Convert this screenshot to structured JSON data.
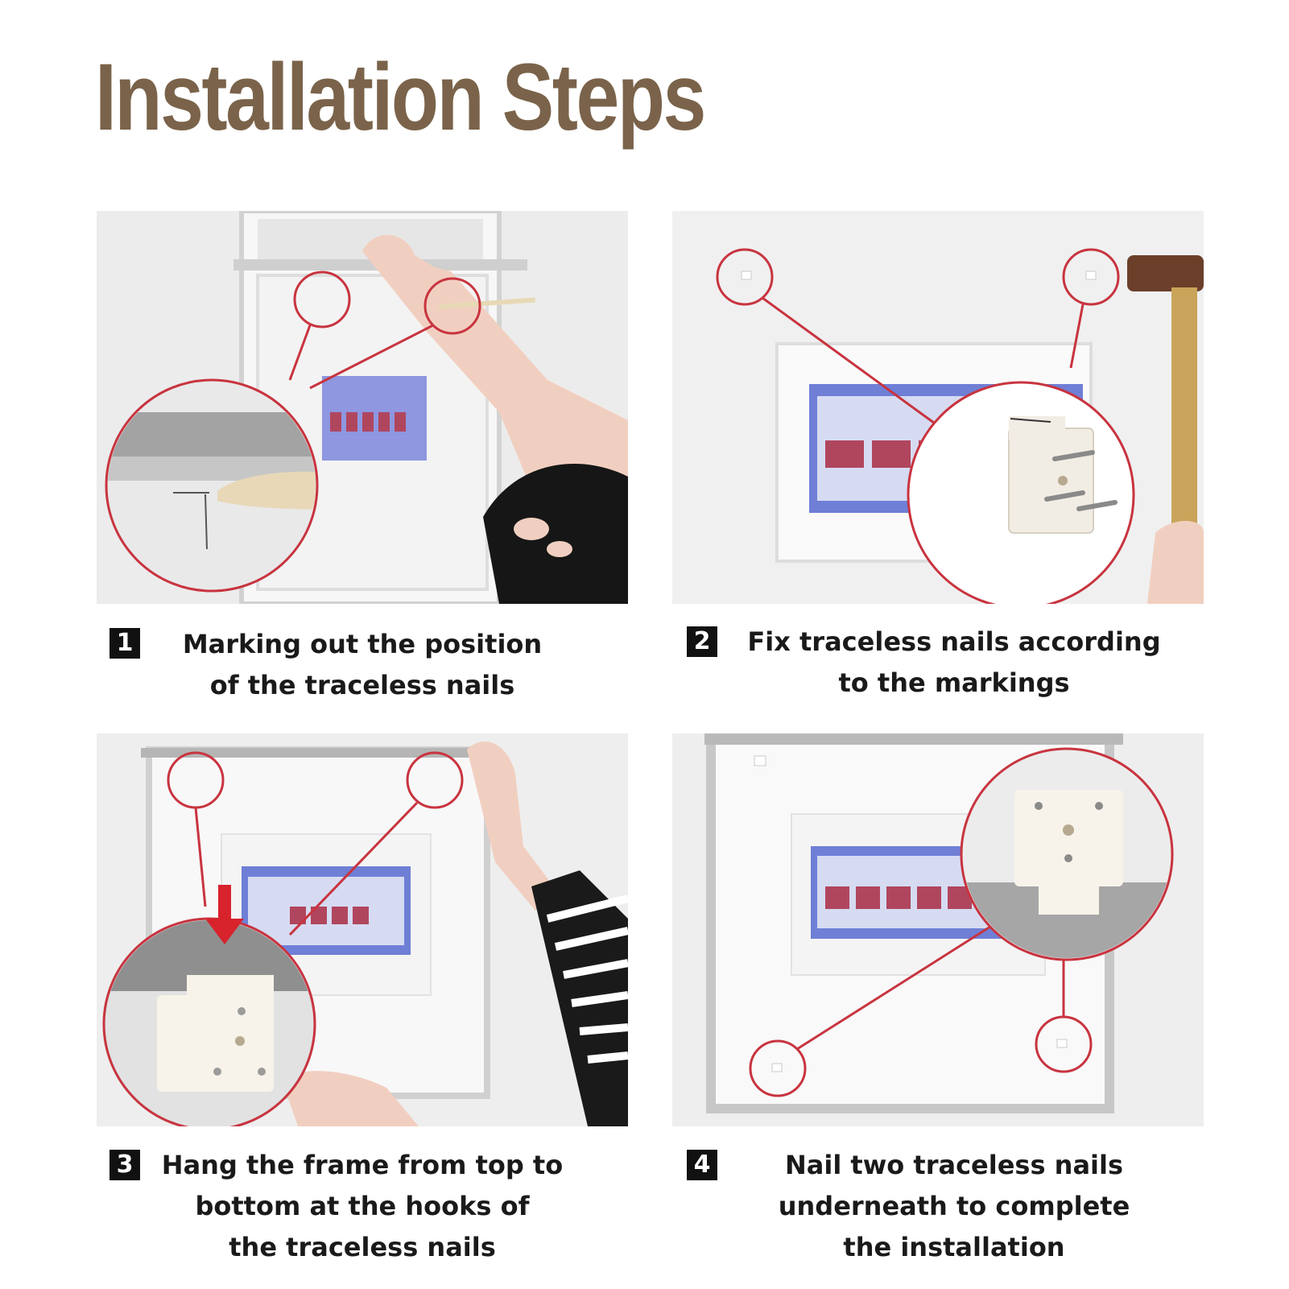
{
  "title": "Installation Steps",
  "colors": {
    "title": "#7a634a",
    "callout": "#c8343f",
    "arrow": "#d8222c",
    "breaker_panel": "#6f7fd6",
    "breaker_switch": "#b0465e",
    "wall": "#eeeeee",
    "nail_block": "#f2ede4",
    "hammer_head": "#6b3f2a",
    "hammer_handle": "#c9a45a"
  },
  "steps": [
    {
      "number": "1",
      "lines": [
        "Marking out the position",
        "of the traceless nails"
      ]
    },
    {
      "number": "2",
      "lines": [
        "Fix traceless nails according",
        "to the markings"
      ]
    },
    {
      "number": "3",
      "lines": [
        "Hang the frame from top to",
        "bottom at the hooks of",
        "the traceless nails"
      ]
    },
    {
      "number": "4",
      "lines": [
        "Nail two traceless nails",
        "underneath to complete",
        "the installation"
      ]
    }
  ]
}
